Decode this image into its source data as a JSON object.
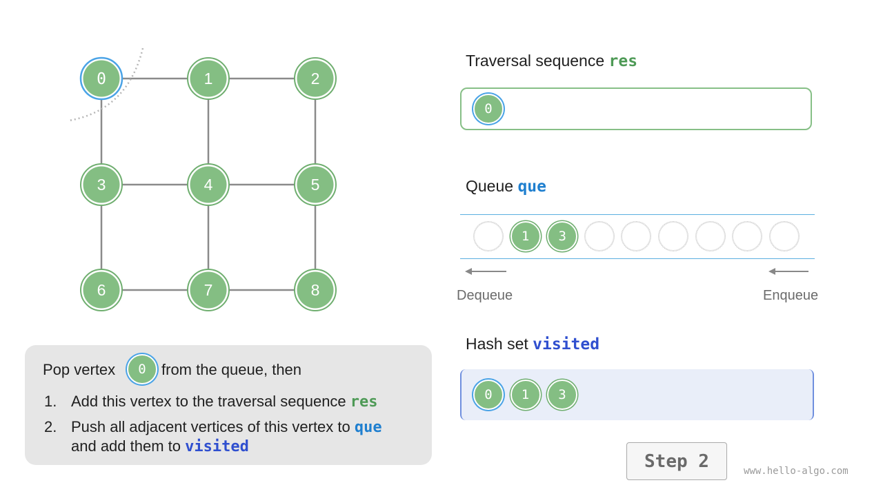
{
  "graph": {
    "vertices": [
      "0",
      "1",
      "2",
      "3",
      "4",
      "5",
      "6",
      "7",
      "8"
    ],
    "edges": [
      [
        0,
        1
      ],
      [
        1,
        2
      ],
      [
        0,
        3
      ],
      [
        1,
        4
      ],
      [
        2,
        5
      ],
      [
        3,
        4
      ],
      [
        4,
        5
      ],
      [
        3,
        6
      ],
      [
        4,
        7
      ],
      [
        5,
        8
      ],
      [
        6,
        7
      ],
      [
        7,
        8
      ]
    ],
    "highlighted_vertex": "0",
    "colors": {
      "node_fill": "#84be83",
      "node_ring": "#6fae6f",
      "highlight_ring": "#4aa3e6",
      "edge": "#8a8a8a"
    }
  },
  "res": {
    "title_prefix": "Traversal sequence ",
    "title_code": "res",
    "items": [
      "0"
    ]
  },
  "queue": {
    "title_prefix": "Queue ",
    "title_code": "que",
    "items": [
      "1",
      "3"
    ],
    "empty_slots_before": 1,
    "empty_slots_after": 6,
    "dequeue_label": "Dequeue",
    "enqueue_label": "Enqueue"
  },
  "visited": {
    "title_prefix": "Hash set ",
    "title_code": "visited",
    "items": [
      "0",
      "1",
      "3"
    ]
  },
  "info": {
    "line1_before": "Pop vertex ",
    "line1_vertex": "0",
    "line1_after": " from the queue, then",
    "step1_num": "1.",
    "step1_text": "Add this vertex to the traversal sequence ",
    "step1_code": "res",
    "step2_num": "2.",
    "step2_text": "Push all adjacent vertices of this vertex to ",
    "step2_code": "que",
    "step2_line2": "and add them to ",
    "step2_line2_code": "visited"
  },
  "step_button": {
    "label": "Step 2"
  },
  "watermark": "www.hello-algo.com"
}
